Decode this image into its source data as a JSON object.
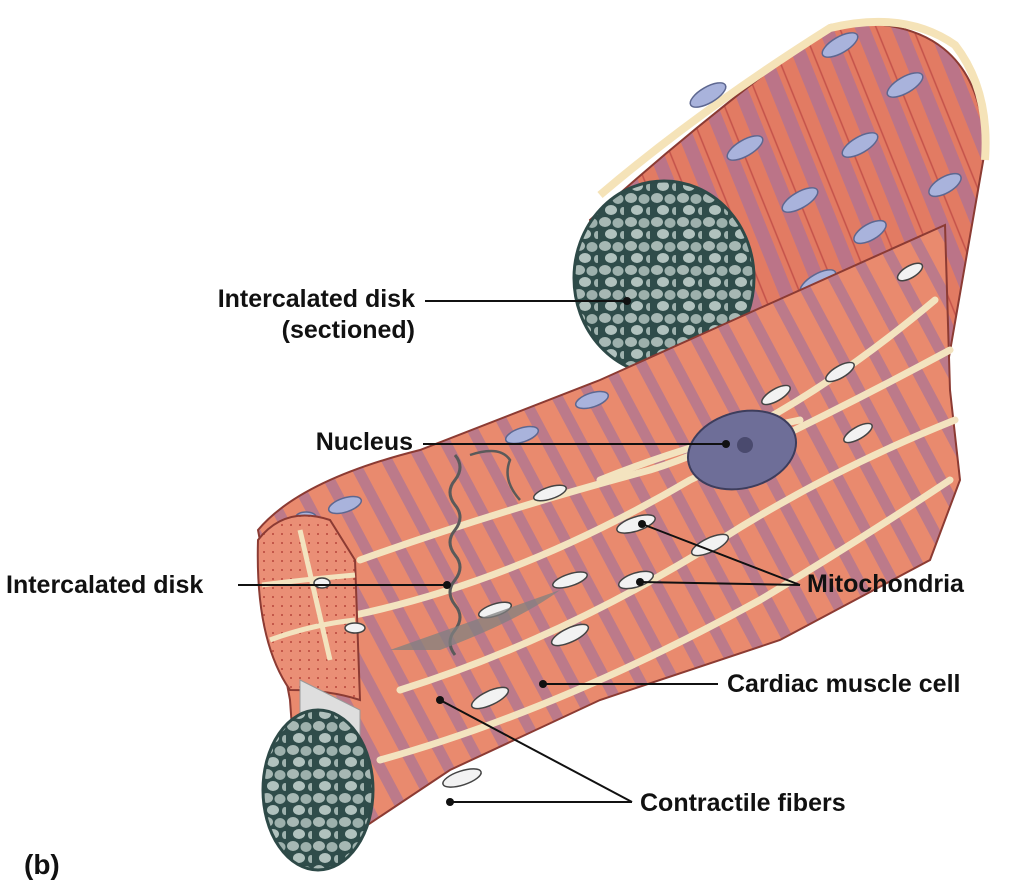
{
  "labels": {
    "intercalated_disk_sectioned_line1": "Intercalated disk",
    "intercalated_disk_sectioned_line2": "(sectioned)",
    "nucleus": "Nucleus",
    "intercalated_disk": "Intercalated disk",
    "mitochondria": "Mitochondria",
    "cardiac_muscle_cell": "Cardiac muscle cell",
    "contractile_fibers": "Contractile fibers",
    "panel": "(b)"
  },
  "colors": {
    "muscle": "#e07a5f",
    "muscle_dark": "#c85a48",
    "striation": "#8a6aa8",
    "nucleus": "#6e6e98",
    "fiber_nucleus": "#a9b3dc",
    "disk_section": "#8fa3a0",
    "disk_outline": "#2e4a48",
    "membrane": "#f3e3bf"
  }
}
